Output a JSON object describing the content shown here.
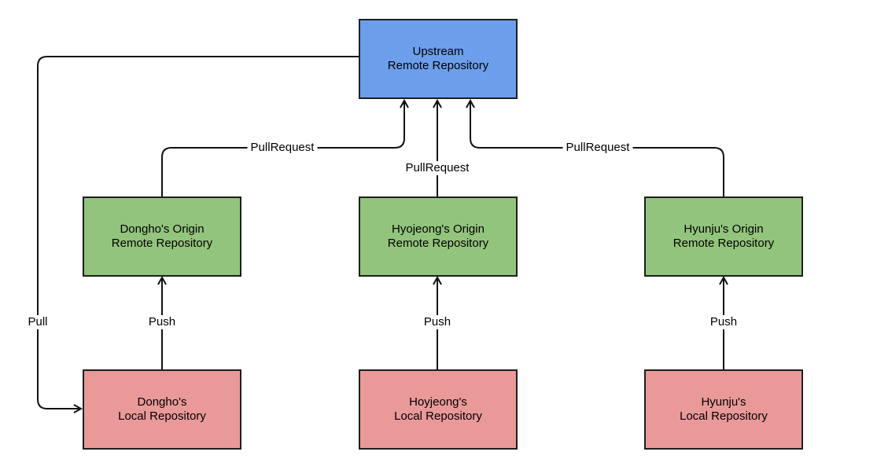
{
  "colors": {
    "upstream": "#6d9eeb",
    "origin": "#93c47d",
    "local": "#ea9999",
    "line": "#111111"
  },
  "nodes": {
    "upstream": {
      "line1": "Upstream",
      "line2": "Remote Repository"
    },
    "dongho_origin": {
      "line1": "Dongho's Origin",
      "line2": "Remote Repository"
    },
    "hyojeong_origin": {
      "line1": "Hyojeong's Origin",
      "line2": "Remote Repository"
    },
    "hyunju_origin": {
      "line1": "Hyunju's Origin",
      "line2": "Remote Repository"
    },
    "dongho_local": {
      "line1": "Dongho's",
      "line2": "Local Repository"
    },
    "hoyjeong_local": {
      "line1": "Hoyjeong's",
      "line2": "Local Repository"
    },
    "hyunju_local": {
      "line1": "Hyunju's",
      "line2": "Local Repository"
    }
  },
  "edges": {
    "pull": "Pull",
    "pull_request_left": "PullRequest",
    "pull_request_center": "PullRequest",
    "pull_request_right": "PullRequest",
    "push_left": "Push",
    "push_center": "Push",
    "push_right": "Push"
  }
}
